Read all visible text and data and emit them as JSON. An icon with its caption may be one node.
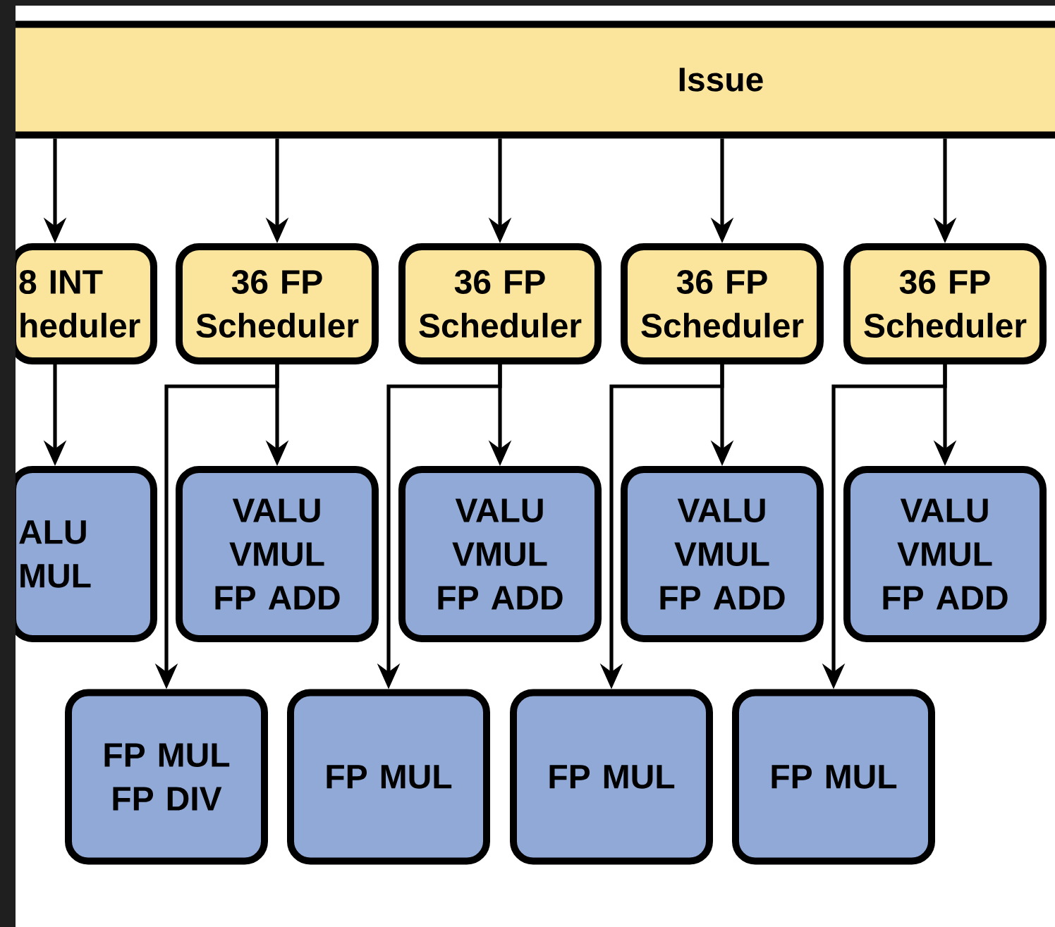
{
  "diagram": {
    "nodes": [
      {
        "text": [
          "Issue"
        ]
      },
      {
        "text": [
          "8 INT heduler"
        ]
      },
      {
        "text": [
          "36 FP Scheduler"
        ]
      },
      {
        "text": [
          "36 FP Scheduler"
        ]
      },
      {
        "text": [
          "36 FP Scheduler"
        ]
      },
      {
        "text": [
          "36 FP Scheduler"
        ]
      },
      {
        "text": [
          "ALU MUL"
        ]
      },
      {
        "text": [
          "VALU VMUL FP ADD"
        ]
      },
      {
        "text": [
          "VALU VMUL FP ADD"
        ]
      },
      {
        "text": [
          "VALU VMUL FP ADD"
        ]
      },
      {
        "text": [
          "VALU VMUL FP ADD"
        ]
      },
      {
        "text": [
          "FP MUL FP DIV"
        ]
      },
      {
        "text": [
          "FP MUL"
        ]
      },
      {
        "text": [
          "FP MUL"
        ]
      },
      {
        "text": [
          "FP MUL"
        ]
      }
    ],
    "edges": [
      {
        "from": 0,
        "to": 1,
        "arrow": "to"
      },
      {
        "from": 0,
        "to": 2,
        "arrow": "to"
      },
      {
        "from": 0,
        "to": 3,
        "arrow": "to"
      },
      {
        "from": 0,
        "to": 4,
        "arrow": "to"
      },
      {
        "from": 0,
        "to": 5,
        "arrow": "to"
      },
      {
        "from": 1,
        "to": 6,
        "arrow": "to"
      },
      {
        "from": 2,
        "to": 7,
        "arrow": "to"
      },
      {
        "from": 2,
        "to": 11,
        "arrow": "to"
      },
      {
        "from": 3,
        "to": 8,
        "arrow": "to"
      },
      {
        "from": 3,
        "to": 12,
        "arrow": "to"
      },
      {
        "from": 4,
        "to": 9,
        "arrow": "to"
      },
      {
        "from": 4,
        "to": 13,
        "arrow": "to"
      },
      {
        "from": 5,
        "to": 10,
        "arrow": "to"
      },
      {
        "from": 5,
        "to": 14,
        "arrow": "to"
      }
    ]
  }
}
